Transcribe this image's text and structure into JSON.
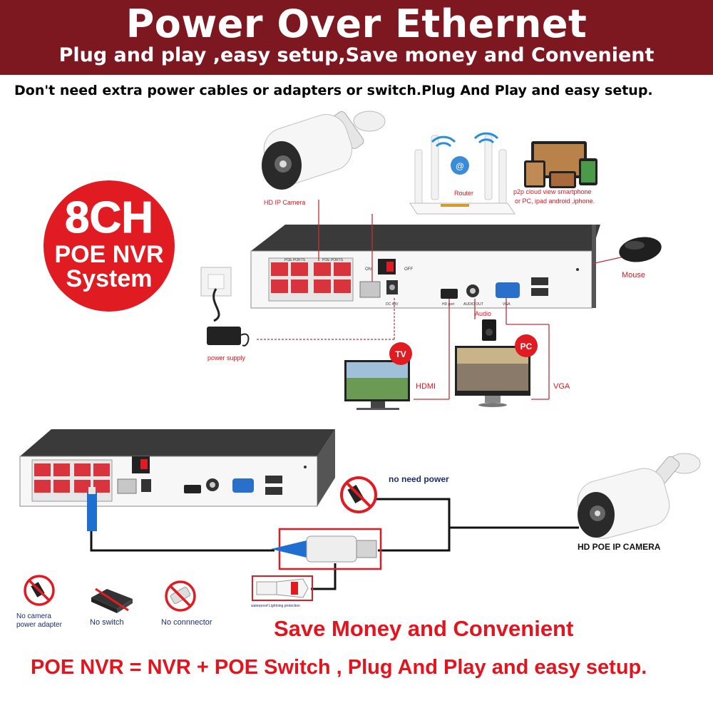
{
  "header": {
    "title": "Power Over Ethernet",
    "subtitle": "Plug and play ,easy setup,Save money and Convenient"
  },
  "intro": "Don't need extra power cables or adapters or switch.Plug And Play and easy setup.",
  "badge": {
    "line1": "8CH",
    "line2": "POE NVR",
    "line3": "System",
    "color": "#e01b22"
  },
  "top_diagram": {
    "camera_label": "HD IP Camera",
    "router_label": "Router",
    "p2p_label_line1": "p2p cloud  view smartphone",
    "p2p_label_line2": "or PC, ipad android ,iphone.",
    "mouse_label": "Mouse",
    "power_supply_label": "power supply",
    "audio_label": "Audio",
    "tv_badge": "TV",
    "pc_badge": "PC",
    "hdmi_label": "HDMI",
    "vga_label": "VGA",
    "nvr_ports_label_1": "POE PORTS",
    "nvr_ports_label_2": "POE PORTS",
    "nvr_on": "ON",
    "nvr_off": "OFF",
    "nvr_dc": "DC 48V",
    "nvr_hd": "HD port",
    "nvr_audio_out": "AUDIO OUT",
    "nvr_vga": "VGA"
  },
  "bottom_diagram": {
    "no_need_power": "no need power",
    "camera_label": "HD POE IP CAMERA",
    "waterproof_label": "waterproof Lightning protection",
    "no_adapter_line1": "No camera",
    "no_adapter_line2": "power adapter",
    "no_switch": "No switch",
    "no_connector": "No connnector"
  },
  "slogan1": "Save Money and Convenient",
  "slogan2": "POE NVR = NVR + POE Switch , Plug And Play and easy setup.",
  "colors": {
    "banner": "#7d1720",
    "accent_red": "#e3141d",
    "label_blue": "#1b2c6e"
  },
  "icons": [
    "camera-icon",
    "router-icon",
    "wifi-icon",
    "mouse-icon",
    "power-plug-icon",
    "tv-icon",
    "monitor-icon",
    "speaker-icon",
    "ethernet-cable-icon",
    "prohibited-icon",
    "switch-icon",
    "connector-icon",
    "devices-icon"
  ]
}
